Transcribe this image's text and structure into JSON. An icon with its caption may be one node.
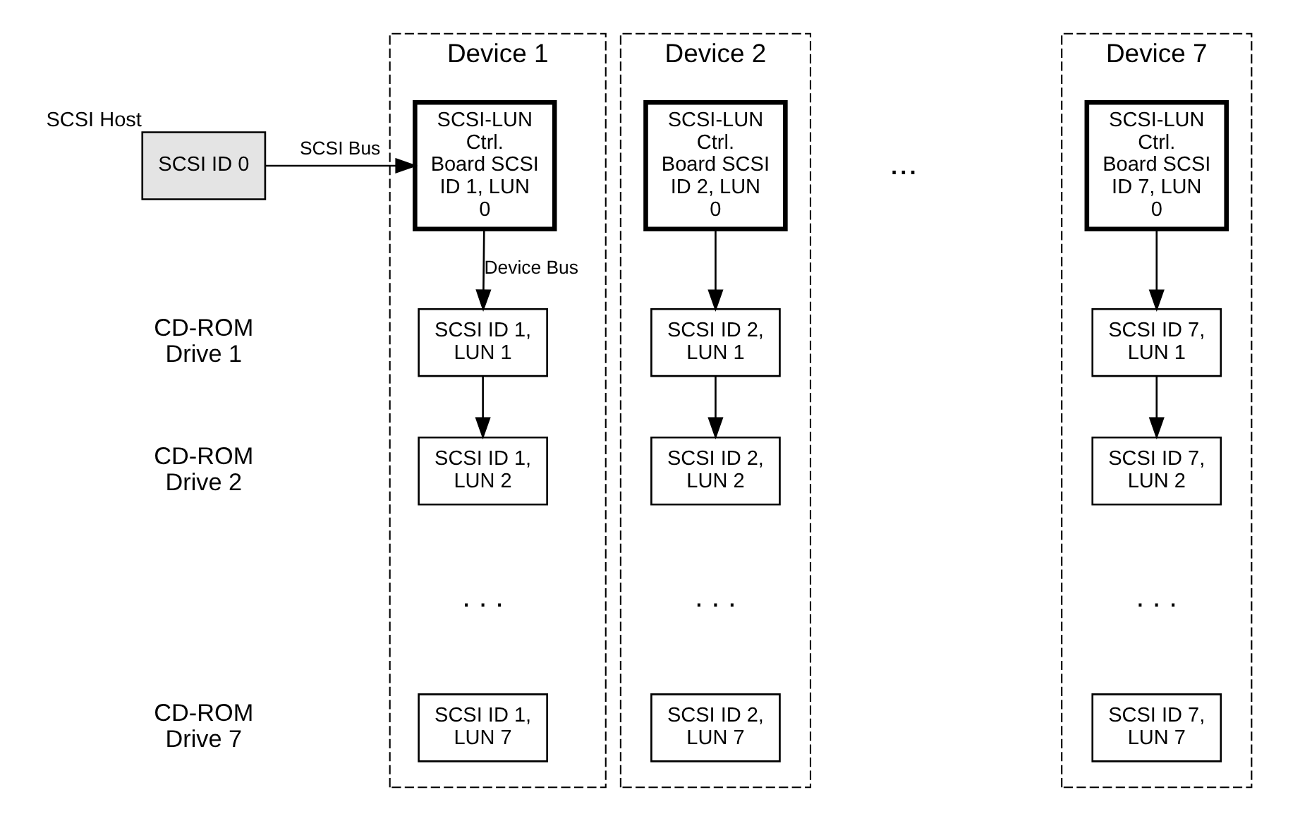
{
  "diagram": {
    "nodes": [
      {
        "text": [
          "SCSI ID 0"
        ],
        "beside": [
          "SCSI Host"
        ]
      },
      {
        "text": [
          "Device 1"
        ]
      },
      {
        "text": [
          "SCSI-LUN Ctrl. Board SCSI ID 1, LUN 0"
        ],
        "in": 1
      },
      {
        "text": [
          "SCSI ID 1, LUN 1"
        ],
        "in": 1
      },
      {
        "text": [
          "SCSI ID 1, LUN 2"
        ],
        "in": 1
      },
      {
        "text": [
          "SCSI ID 1, LUN 7"
        ],
        "in": 1
      },
      {
        "text": [
          "Device 2"
        ]
      },
      {
        "text": [
          "SCSI-LUN Ctrl. Board SCSI ID 2, LUN 0"
        ],
        "in": 6
      },
      {
        "text": [
          "SCSI ID 2, LUN 1"
        ],
        "in": 6
      },
      {
        "text": [
          "SCSI ID 2, LUN 2"
        ],
        "in": 6
      },
      {
        "text": [
          "SCSI ID 2, LUN 7"
        ],
        "in": 6
      },
      {
        "text": [
          "Device 7"
        ]
      },
      {
        "text": [
          "SCSI-LUN Ctrl. Board SCSI ID 7, LUN 0"
        ],
        "in": 11
      },
      {
        "text": [
          "SCSI ID 7, LUN 1"
        ],
        "in": 11
      },
      {
        "text": [
          "SCSI ID 7, LUN 2"
        ],
        "in": 11
      },
      {
        "text": [
          "SCSI ID 7, LUN 7"
        ],
        "in": 11
      }
    ],
    "edges": [
      {
        "from": 0,
        "to": 2,
        "arrow": "to",
        "label": "SCSI Bus"
      },
      {
        "from": 2,
        "to": 3,
        "arrow": "to",
        "label": "Device Bus"
      },
      {
        "from": 3,
        "to": 4,
        "arrow": "to"
      },
      {
        "from": 7,
        "to": 8,
        "arrow": "to"
      },
      {
        "from": 8,
        "to": 9,
        "arrow": "to"
      },
      {
        "from": 12,
        "to": 13,
        "arrow": "to"
      },
      {
        "from": 13,
        "to": 14,
        "arrow": "to"
      }
    ],
    "labels": [
      "...",
      "CD-ROM Drive 1",
      "CD-ROM Drive 2",
      ". . .",
      ". . .",
      ". . .",
      "CD-ROM Drive 7"
    ]
  }
}
